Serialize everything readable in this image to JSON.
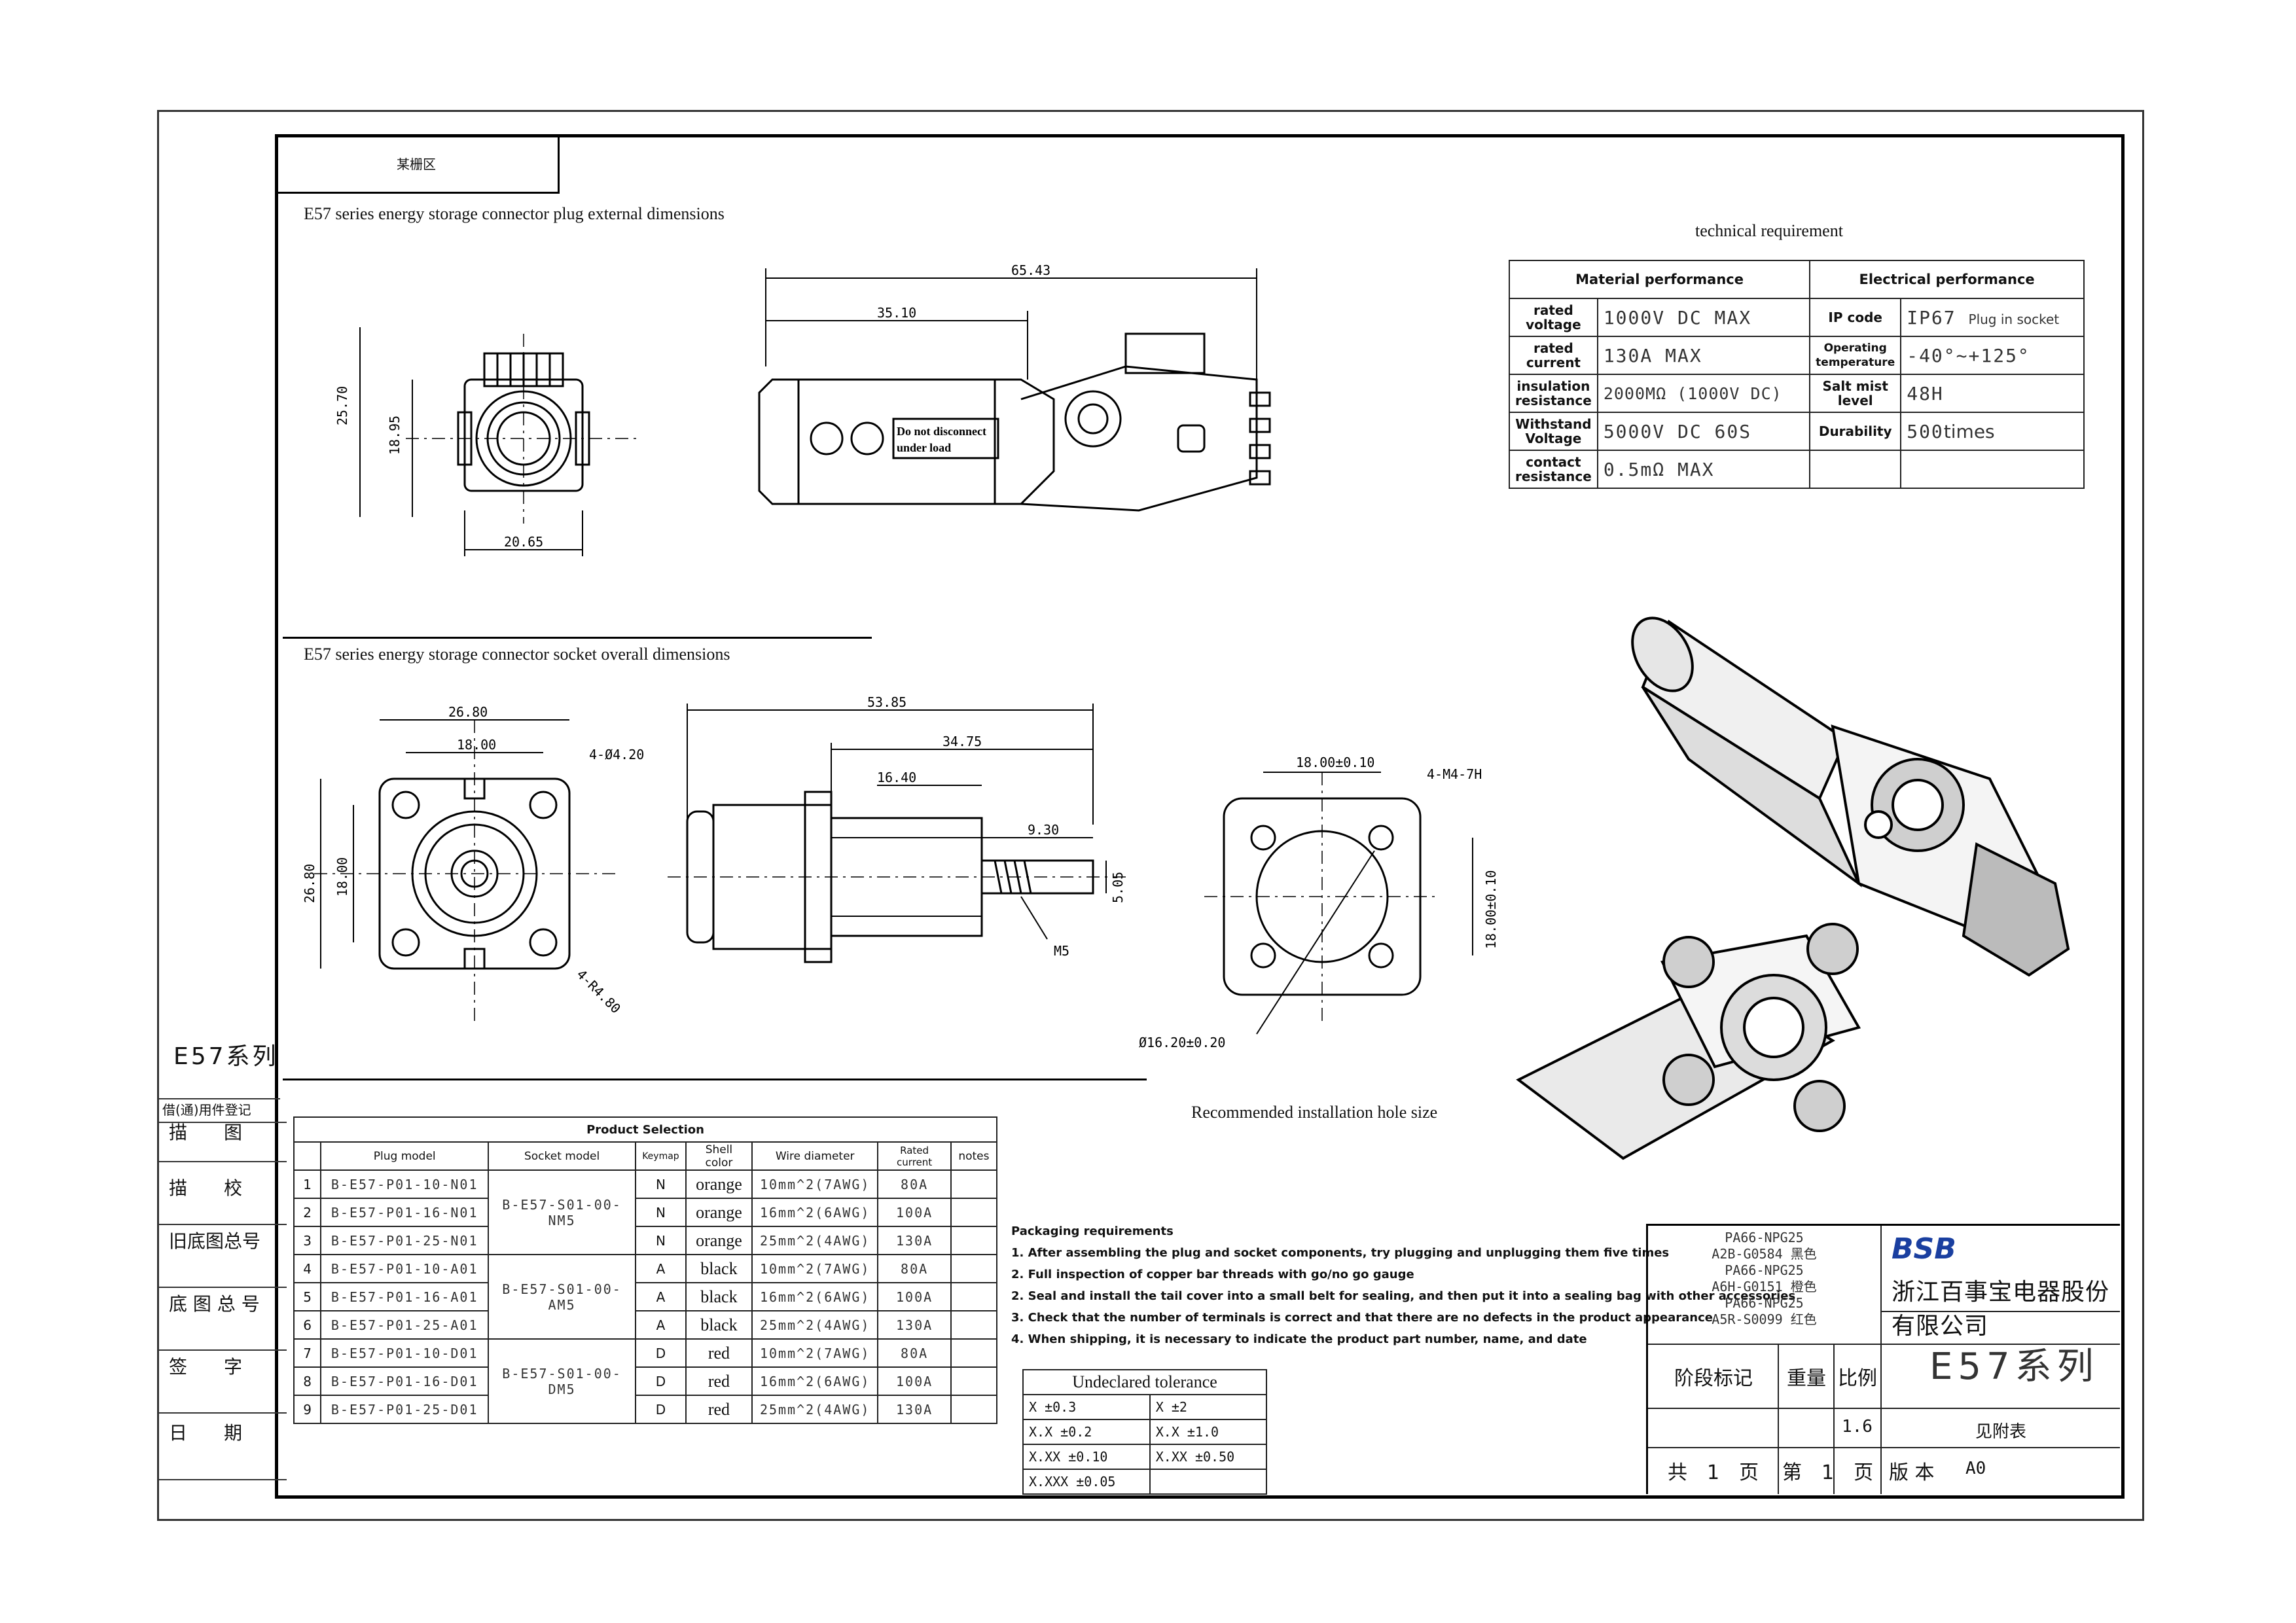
{
  "header_box": "某栅区",
  "plug": {
    "title": "E57 series energy storage connector plug external dimensions",
    "dims": {
      "total": "65.43",
      "half": "35.10",
      "height": "25.70",
      "inner": "18.95",
      "width": "20.65"
    },
    "label": [
      "Do not disconnect",
      "under load"
    ]
  },
  "socket": {
    "title": "E57 series energy storage connector socket overall dimensions",
    "dims": {
      "w1": "26.80",
      "w2": "18.00",
      "holes": "4-Ø4.20",
      "h1": "26.80",
      "h2": "18.00",
      "radius": "4-R4.80",
      "len": "53.85",
      "len2": "34.75",
      "len3": "16.40",
      "pin": "9.30",
      "pin_h": "5.05",
      "thread": "M5"
    }
  },
  "hole": {
    "caption": "Recommended installation hole size",
    "dims": {
      "top": "18.00±0.10",
      "tap": "4-M4-7H",
      "side": "18.00±0.10",
      "dia": "Ø16.20±0.20"
    }
  },
  "tech": {
    "title": "technical requirement",
    "material_header": "Material performance",
    "electrical_header": "Electrical performance",
    "rows": [
      {
        "k1": "rated voltage",
        "v1": "1000V DC MAX",
        "k2": "IP code",
        "v2": "IP67",
        "v2b": "Plug in socket"
      },
      {
        "k1": "rated current",
        "v1": "130A MAX",
        "k2": "Operating temperature",
        "v2": "-40°~+125°",
        "v2b": ""
      },
      {
        "k1": "insulation resistance",
        "v1": "2000MΩ (1000V DC)",
        "k2": "Salt mist level",
        "v2": "48H",
        "v2b": ""
      },
      {
        "k1": "Withstand Voltage",
        "v1": "5000V DC 60S",
        "k2": "Durability",
        "v2": "500",
        "v2b": "times"
      },
      {
        "k1": "contact resistance",
        "v1": "0.5mΩ MAX",
        "k2": "",
        "v2": "",
        "v2b": ""
      }
    ]
  },
  "product": {
    "title": "Product Selection",
    "headers": [
      "Plug model",
      "Socket model",
      "Keymap",
      "Shell color",
      "Wire diameter",
      "Rated current",
      "notes"
    ],
    "sockets": [
      "B-E57-S01-00-NM5",
      "B-E57-S01-00-AM5",
      "B-E57-S01-00-DM5"
    ],
    "rows": [
      {
        "n": "1",
        "plug": "B-E57-P01-10-N01",
        "key": "N",
        "color": "orange",
        "wire": "10mm^2(7AWG)",
        "cur": "80A"
      },
      {
        "n": "2",
        "plug": "B-E57-P01-16-N01",
        "key": "N",
        "color": "orange",
        "wire": "16mm^2(6AWG)",
        "cur": "100A"
      },
      {
        "n": "3",
        "plug": "B-E57-P01-25-N01",
        "key": "N",
        "color": "orange",
        "wire": "25mm^2(4AWG)",
        "cur": "130A"
      },
      {
        "n": "4",
        "plug": "B-E57-P01-10-A01",
        "key": "A",
        "color": "black",
        "wire": "10mm^2(7AWG)",
        "cur": "80A"
      },
      {
        "n": "5",
        "plug": "B-E57-P01-16-A01",
        "key": "A",
        "color": "black",
        "wire": "16mm^2(6AWG)",
        "cur": "100A"
      },
      {
        "n": "6",
        "plug": "B-E57-P01-25-A01",
        "key": "A",
        "color": "black",
        "wire": "25mm^2(4AWG)",
        "cur": "130A"
      },
      {
        "n": "7",
        "plug": "B-E57-P01-10-D01",
        "key": "D",
        "color": "red",
        "wire": "10mm^2(7AWG)",
        "cur": "80A"
      },
      {
        "n": "8",
        "plug": "B-E57-P01-16-D01",
        "key": "D",
        "color": "red",
        "wire": "16mm^2(6AWG)",
        "cur": "100A"
      },
      {
        "n": "9",
        "plug": "B-E57-P01-25-D01",
        "key": "D",
        "color": "red",
        "wire": "25mm^2(4AWG)",
        "cur": "130A"
      }
    ]
  },
  "packaging": {
    "title": "Packaging requirements",
    "items": [
      "1. After assembling the plug and socket components, try plugging and unplugging them five times",
      "2. Full inspection of copper bar threads with go/no go gauge",
      "2. Seal and install the tail cover into a small belt for sealing, and then put it into a sealing bag with other accessories",
      "3. Check that the number of terminals is correct and that there are no defects in the product appearance",
      "4. When shipping, it is necessary to indicate the product part number, name, and date"
    ]
  },
  "tolerance": {
    "title": "Undeclared tolerance",
    "rows": [
      [
        "X  ±0.3",
        "X  ±2"
      ],
      [
        "X.X  ±0.2",
        "X.X  ±1.0"
      ],
      [
        "X.XX  ±0.10",
        "X.XX  ±0.50"
      ],
      [
        "X.XXX  ±0.05",
        ""
      ]
    ]
  },
  "left_panel": {
    "series": "E57系列",
    "register": "借(通)用件登记",
    "rows": [
      "描　　图",
      "描　　校",
      "旧底图总号",
      "底 图 总 号",
      "签　　字",
      "日　　期"
    ]
  },
  "title_block": {
    "materials": [
      "PA66-NPG25",
      "A2B-G0584 黑色",
      "PA66-NPG25",
      "A6H-G0151 橙色",
      "PA66-NPG25",
      "A5R-S0099 红色"
    ],
    "brand": "BSB",
    "company": "浙江百事宝电器股份有限公司",
    "product_name": "E57系列",
    "stage": "阶段标记",
    "weight": "重量",
    "scale_label": "比例",
    "scale": "1.6",
    "attached": "见附表",
    "total_pages": "共　1　页",
    "page": "第　1　页",
    "version_label": "版 本",
    "version": "A0"
  },
  "colors": {
    "line": "#000000",
    "accent": "#1a3fa0"
  }
}
